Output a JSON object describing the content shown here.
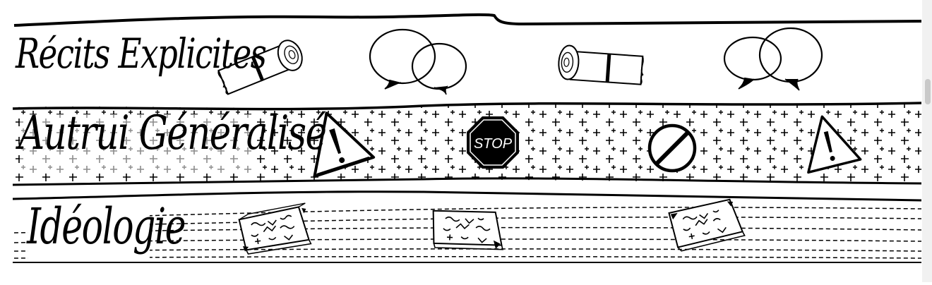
{
  "bands": [
    {
      "id": "recits",
      "label": "Récits Explicites",
      "icons": [
        "scroll-icon",
        "speech-bubbles-icon",
        "scroll-icon",
        "speech-bubbles-icon"
      ]
    },
    {
      "id": "autrui",
      "label": "Autrui Généralisé",
      "icons": [
        "warning-triangle-icon",
        "stop-sign-icon",
        "prohibited-sign-icon",
        "warning-triangle-icon"
      ]
    },
    {
      "id": "ideologie",
      "label": "Idéologie",
      "icons": [
        "symbol-tablet-icon",
        "symbol-tablet-icon",
        "symbol-tablet-icon"
      ]
    }
  ],
  "stop_sign_text": "STOP",
  "colors": {
    "ink": "#000000",
    "paper": "#ffffff"
  }
}
